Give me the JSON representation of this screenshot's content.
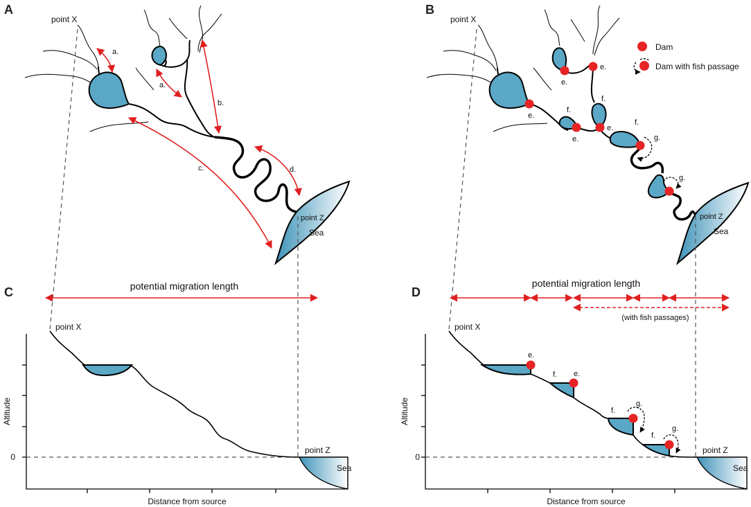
{
  "panels": {
    "a": "A",
    "b": "B",
    "c": "C",
    "d": "D"
  },
  "points": {
    "x": "point X",
    "z": "point Z",
    "sea": "Sea"
  },
  "segments": {
    "a": "a.",
    "b": "b.",
    "c": "c.",
    "d": "d."
  },
  "legend": {
    "dam": "Dam",
    "dam_fish_passage": "Dam with fish passage"
  },
  "dam_labels": {
    "e": "e.",
    "f": "f.",
    "g": "g."
  },
  "profile": {
    "potential_migration_length": "potential migration length",
    "with_fish_passages": "(with fish passages)",
    "y_axis_label": "Altitude",
    "x_axis_label": "Distance from source",
    "zero": "0"
  },
  "colors": {
    "water": "#5aa7c6",
    "dam": "#e62424",
    "arrow": "#e02020"
  }
}
